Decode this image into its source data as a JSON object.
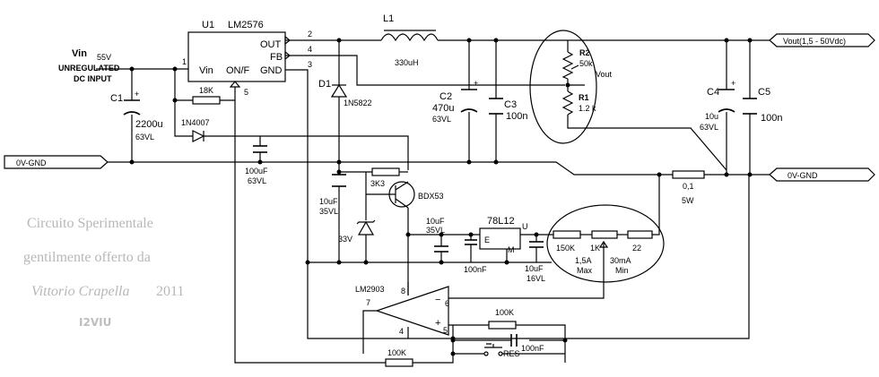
{
  "regulator": {
    "ref": "U1",
    "part": "LM2576",
    "pin_out": "OUT",
    "pin_fb": "FB",
    "pin_gnd": "GND",
    "pin_vin": "Vin",
    "pin_onoff": "ON/F",
    "n1": "1",
    "n2": "2",
    "n3": "3",
    "n4": "4",
    "n5": "5"
  },
  "input": {
    "vin": "Vin",
    "volt": "55V",
    "desc1": "UNREGULATED",
    "desc2": "DC INPUT"
  },
  "c1": {
    "ref": "C1",
    "value": "2200u",
    "rating": "63VL",
    "plus": "+"
  },
  "r18k": "18K",
  "diode_1n4007": "1N4007",
  "d1": {
    "ref": "D1",
    "part": "1N5822"
  },
  "l1": {
    "ref": "L1",
    "value": "330uH"
  },
  "c2": {
    "ref": "C2",
    "value": "470u",
    "rating": "63VL",
    "plus": "+"
  },
  "c3": {
    "ref": "C3",
    "value": "100n"
  },
  "r2": {
    "ref": "R2",
    "value": "50k"
  },
  "r1": {
    "ref": "R1",
    "value": "1.2 k"
  },
  "vout_tap": "Vout",
  "c4": {
    "ref": "C4",
    "value": "10u",
    "rating": "63VL",
    "plus": "+"
  },
  "c5": {
    "ref": "C5",
    "value": "100n"
  },
  "terminals": {
    "vout": "Vout(1,5 - 50Vdc)",
    "gnd_left": "0V-GND",
    "gnd_right": "0V-GND"
  },
  "c_100uf": {
    "value": "100uF",
    "rating": "63VL"
  },
  "r_3k3": "3K3",
  "transistor": "BDX53",
  "c_10uf_a": {
    "value": "10uF",
    "rating": "35VL"
  },
  "zener": "33V",
  "c_10uf_b": {
    "value": "10uF",
    "rating": "35VL"
  },
  "reg78": {
    "part": "78L12",
    "e": "E",
    "u": "U",
    "m": "M"
  },
  "c_100nf": "100nF",
  "c_10uf_c": {
    "value": "10uF",
    "rating": "16VL"
  },
  "r_shunt": {
    "value": "0,1",
    "power": "5W"
  },
  "limit": {
    "r150k": "150K",
    "r1k": "1K",
    "r22": "22",
    "max_val": "1,5A",
    "max": "Max",
    "min_val": "30mA",
    "min": "Min"
  },
  "opamp": {
    "part": "LM2903",
    "p8": "8",
    "p4": "4",
    "p5": "5",
    "p6": "6",
    "p7": "7",
    "minus": "−",
    "plus": "+"
  },
  "r_100k_top": "100K",
  "r_100k_bottom": "100K",
  "c_100nf_b": "100nF",
  "reset": "RES",
  "credit": {
    "line1": "Circuito Sperimentale",
    "line2": "gentilmente offerto da",
    "author": "Vittorio Crapella",
    "year": "2011",
    "callsign": "I2VIU"
  }
}
